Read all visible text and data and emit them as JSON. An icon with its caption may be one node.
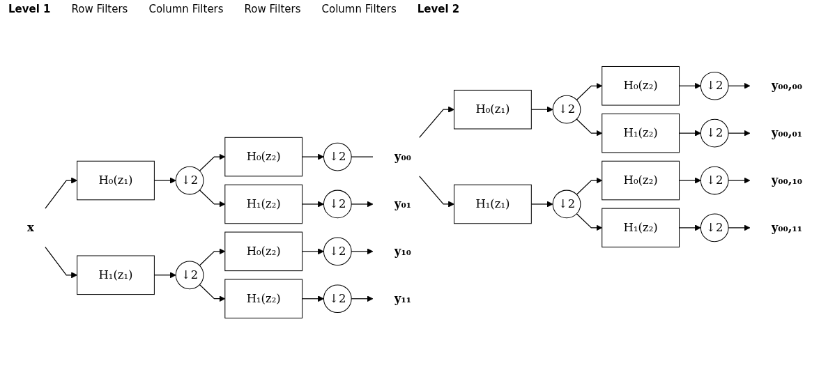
{
  "diagram": {
    "nodes": [
      {
        "text": [
          "x"
        ]
      },
      {
        "text": [
          "H₀(z₁)"
        ]
      },
      {
        "text": [
          "↓2"
        ]
      },
      {
        "text": [
          "H₁(z₁)"
        ]
      },
      {
        "text": [
          "↓2"
        ]
      },
      {
        "text": [
          "H₀(z₂)"
        ]
      },
      {
        "text": [
          "↓2"
        ]
      },
      {
        "text": [
          "y₀₀"
        ]
      },
      {
        "text": [
          "H₁(z₂)"
        ]
      },
      {
        "text": [
          "↓2"
        ]
      },
      {
        "text": [
          "y₀₁"
        ]
      },
      {
        "text": [
          "H₀(z₂)"
        ]
      },
      {
        "text": [
          "↓2"
        ]
      },
      {
        "text": [
          "y₁₀"
        ]
      },
      {
        "text": [
          "H₁(z₂)"
        ]
      },
      {
        "text": [
          "↓2"
        ]
      },
      {
        "text": [
          "y₁₁"
        ]
      },
      {
        "text": [
          "H₀(z₁)"
        ]
      },
      {
        "text": [
          "↓2"
        ]
      },
      {
        "text": [
          "H₁(z₁)"
        ]
      },
      {
        "text": [
          "↓2"
        ]
      },
      {
        "text": [
          "H₀(z₂)"
        ]
      },
      {
        "text": [
          "↓2"
        ]
      },
      {
        "text": [
          "y₀₀,₀₀"
        ]
      },
      {
        "text": [
          "H₁(z₂)"
        ]
      },
      {
        "text": [
          "↓2"
        ]
      },
      {
        "text": [
          "y₀₀,₀₁"
        ]
      },
      {
        "text": [
          "H₀(z₂)"
        ]
      },
      {
        "text": [
          "↓2"
        ]
      },
      {
        "text": [
          "y₀₀,₁₀"
        ]
      },
      {
        "text": [
          "H₁(z₂)"
        ]
      },
      {
        "text": [
          "↓2"
        ]
      },
      {
        "text": [
          "y₀₀,₁₁"
        ]
      }
    ],
    "edges": [
      {
        "from": 0,
        "to": 1,
        "arrow": "to"
      },
      {
        "from": 0,
        "to": 3,
        "arrow": "to"
      },
      {
        "from": 1,
        "to": 2,
        "arrow": "to"
      },
      {
        "from": 2,
        "to": 5,
        "arrow": "to"
      },
      {
        "from": 2,
        "to": 8,
        "arrow": "to"
      },
      {
        "from": 5,
        "to": 6,
        "arrow": "to"
      },
      {
        "from": 6,
        "to": 7,
        "arrow": "none"
      },
      {
        "from": 8,
        "to": 9,
        "arrow": "to"
      },
      {
        "from": 9,
        "to": 10,
        "arrow": "to"
      },
      {
        "from": 3,
        "to": 4,
        "arrow": "to"
      },
      {
        "from": 4,
        "to": 11,
        "arrow": "to"
      },
      {
        "from": 4,
        "to": 14,
        "arrow": "to"
      },
      {
        "from": 11,
        "to": 12,
        "arrow": "to"
      },
      {
        "from": 12,
        "to": 13,
        "arrow": "to"
      },
      {
        "from": 14,
        "to": 15,
        "arrow": "to"
      },
      {
        "from": 15,
        "to": 16,
        "arrow": "to"
      },
      {
        "from": 7,
        "to": 17,
        "arrow": "to"
      },
      {
        "from": 7,
        "to": 19,
        "arrow": "to"
      },
      {
        "from": 17,
        "to": 18,
        "arrow": "to"
      },
      {
        "from": 18,
        "to": 21,
        "arrow": "to"
      },
      {
        "from": 18,
        "to": 24,
        "arrow": "to"
      },
      {
        "from": 21,
        "to": 22,
        "arrow": "to"
      },
      {
        "from": 22,
        "to": 23,
        "arrow": "to"
      },
      {
        "from": 24,
        "to": 25,
        "arrow": "to"
      },
      {
        "from": 25,
        "to": 26,
        "arrow": "to"
      },
      {
        "from": 19,
        "to": 20,
        "arrow": "to"
      },
      {
        "from": 20,
        "to": 27,
        "arrow": "to"
      },
      {
        "from": 20,
        "to": 30,
        "arrow": "to"
      },
      {
        "from": 27,
        "to": 28,
        "arrow": "to"
      },
      {
        "from": 28,
        "to": 29,
        "arrow": "to"
      },
      {
        "from": 30,
        "to": 31,
        "arrow": "to"
      },
      {
        "from": 31,
        "to": 32,
        "arrow": "to"
      }
    ],
    "labels": [
      "Level 1",
      "Row Filters",
      "Column Filters",
      "Row Filters",
      "Column Filters",
      "Level 2"
    ]
  }
}
